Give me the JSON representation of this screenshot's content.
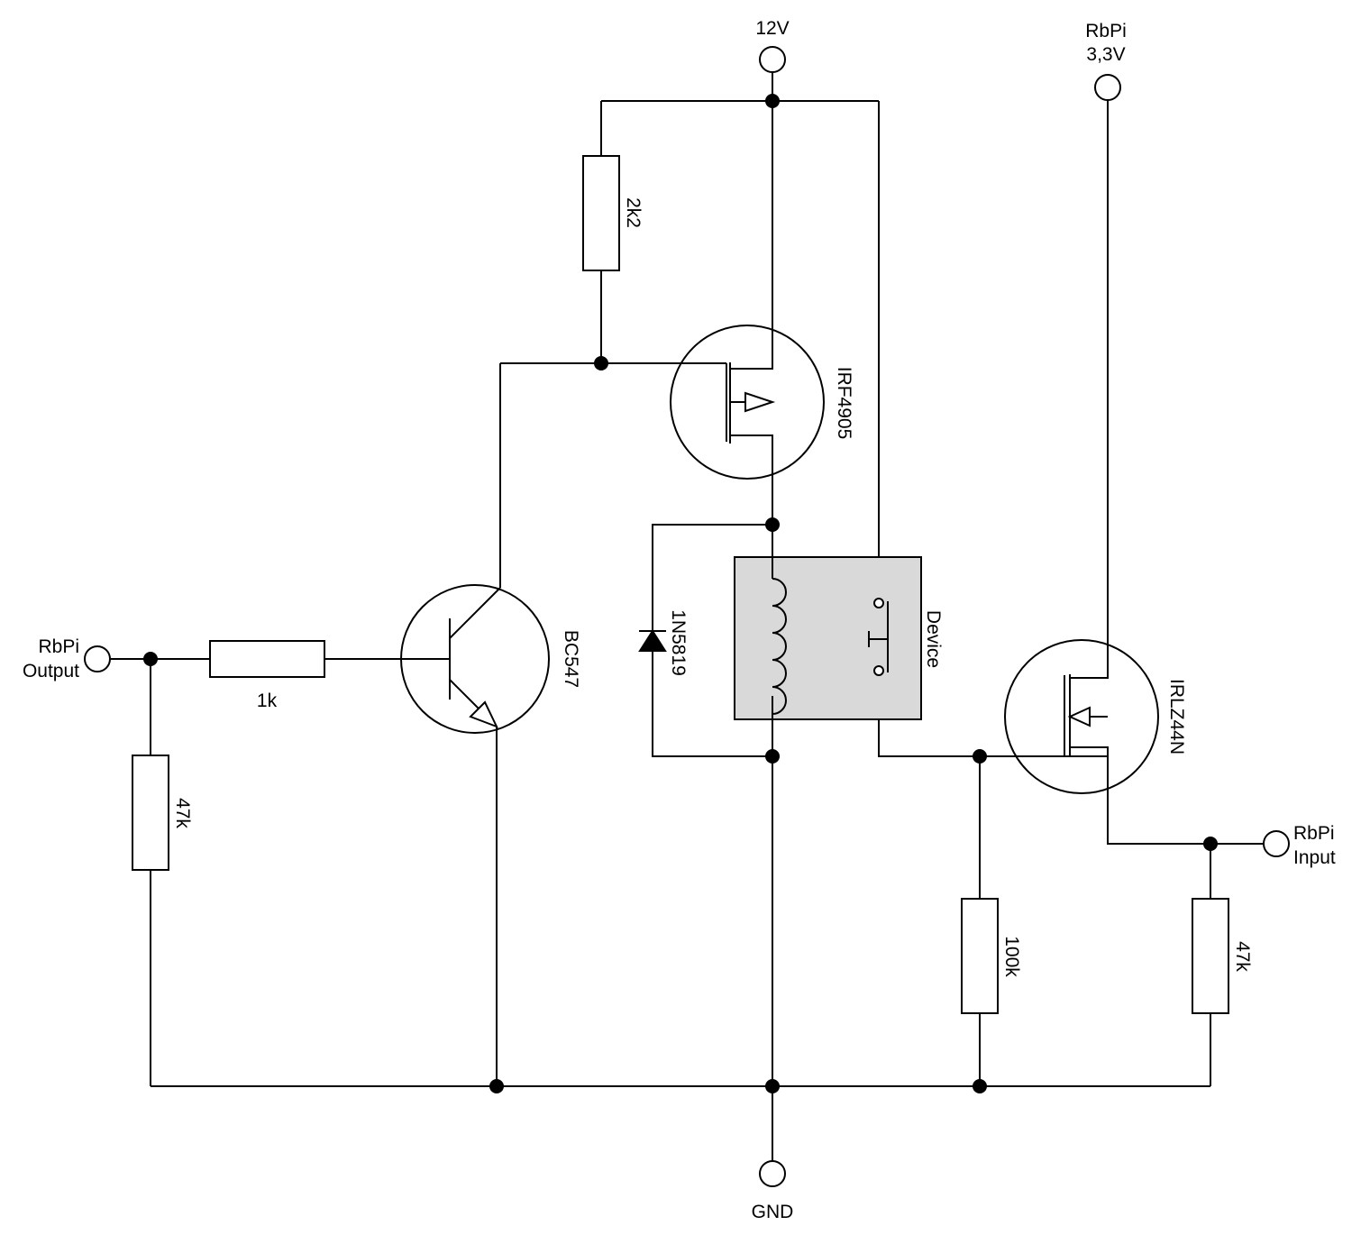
{
  "terminals": {
    "supply_12v": "12V",
    "gnd": "GND",
    "rbpi_3v3_line1": "RbPi",
    "rbpi_3v3_line2": "3,3V",
    "rbpi_output_line1": "RbPi",
    "rbpi_output_line2": "Output",
    "rbpi_input_line1": "RbPi",
    "rbpi_input_line2": "Input"
  },
  "components": {
    "r_gate_pullup": "2k2",
    "r_base": "1k",
    "r_base_pulldown": "47k",
    "r_device_pulldown": "100k",
    "r_input_pulldown": "47k",
    "q_pmos": "IRF4905",
    "q_npn": "BC547",
    "q_nmos": "IRLZ44N",
    "d_flyback": "1N5819",
    "relay_device": "Device"
  },
  "colors": {
    "wire": "#000000",
    "device_box": "#d9d9d9"
  }
}
